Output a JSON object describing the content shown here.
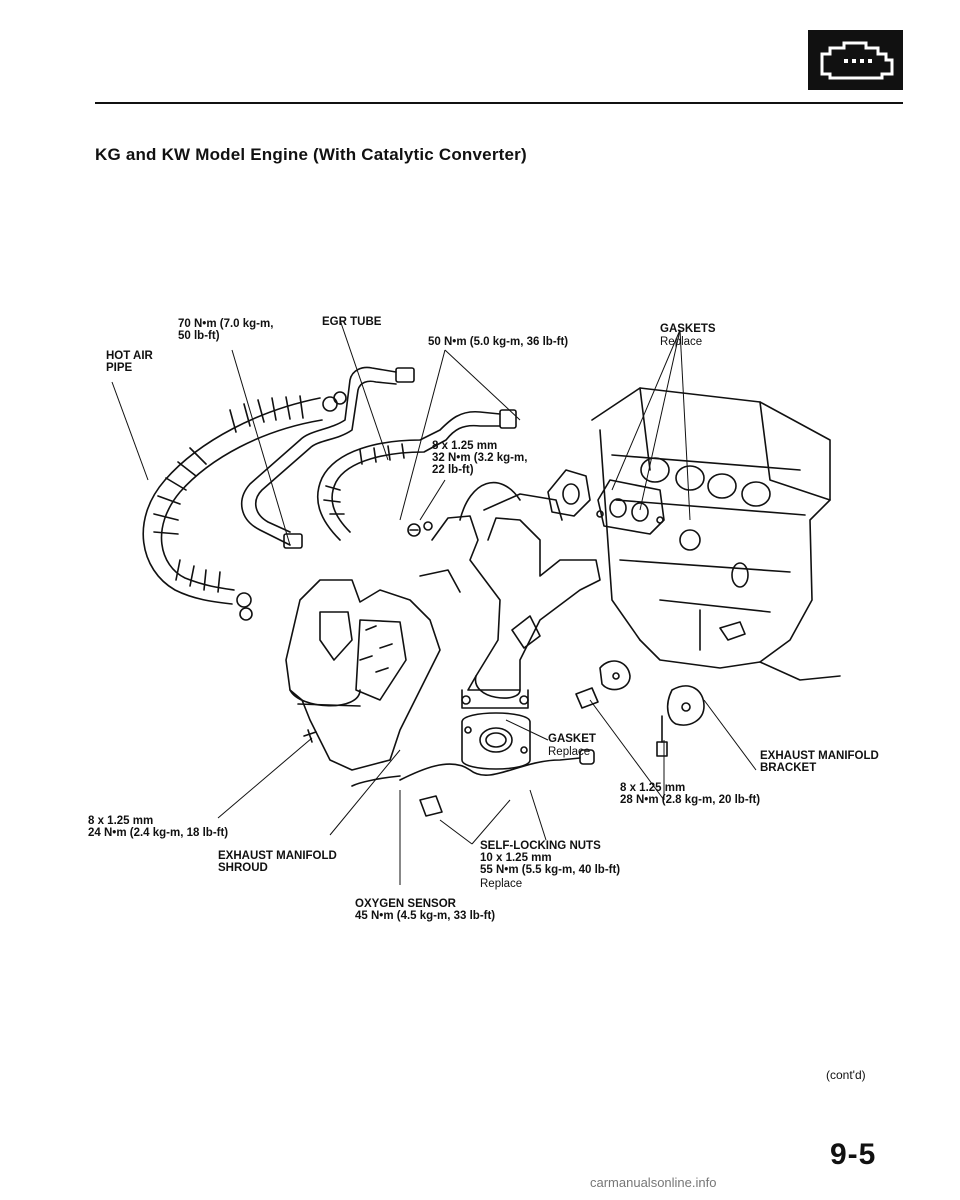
{
  "page_title": "KG and KW Model Engine (With Catalytic Converter)",
  "labels": {
    "hot_air_pipe": "HOT AIR\nPIPE",
    "torque_70": "70 N•m (7.0 kg-m,\n50 lb-ft)",
    "egr_tube": "EGR TUBE",
    "torque_50": "50 N•m (5.0 kg-m, 36 lb-ft)",
    "gaskets": "GASKETS",
    "gaskets_note": "Replace",
    "bolt_32": "8 x 1.25 mm\n32 N•m (3.2 kg-m,\n22 lb-ft)",
    "gasket": "GASKET",
    "gasket_note": "Replace",
    "bracket": "EXHAUST MANIFOLD\nBRACKET",
    "bolt_28": "8 x 1.25 mm\n28 N•m (2.8 kg-m, 20 lb-ft)",
    "bolt_24": "8 x 1.25 mm\n24 N•m (2.4 kg-m, 18 lb-ft)",
    "shroud": "EXHAUST MANIFOLD\nSHROUD",
    "self_locking": "SELF-LOCKING NUTS\n10 x 1.25 mm\n55 N•m (5.5 kg-m, 40 lb-ft)",
    "self_locking_note": "Replace",
    "oxygen_sensor": "OXYGEN SENSOR\n45 N•m (4.5 kg-m, 33 lb-ft)"
  },
  "cont_d": "(cont'd)",
  "page_number": "9-5",
  "watermark": "carmanualsonline.info",
  "colors": {
    "ink": "#111111",
    "paper": "#ffffff"
  },
  "icons": {
    "section": "engine-block-icon"
  }
}
